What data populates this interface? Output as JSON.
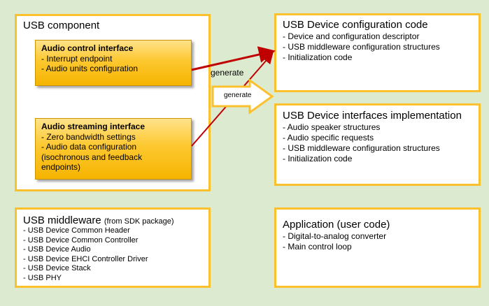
{
  "usb_component": {
    "title": "USB component",
    "audio_control": {
      "title": "Audio control interface",
      "items": [
        "- Interrupt endpoint",
        "- Audio units configuration"
      ]
    },
    "audio_streaming": {
      "title": "Audio streaming interface",
      "items": [
        "- Zero bandwidth settings",
        "- Audio data configuration",
        "(isochronous and feedback",
        "endpoints)"
      ]
    }
  },
  "config_code": {
    "title": "USB Device configuration code",
    "items": [
      "- Device and configuration descriptor",
      "- USB middleware configuration structures",
      "- Initialization code"
    ]
  },
  "interfaces_impl": {
    "title": "USB Device interfaces implementation",
    "items": [
      "- Audio speaker structures",
      "- Audio specific requests",
      "- USB middleware configuration structures",
      "- Initialization code"
    ]
  },
  "middleware": {
    "title": "USB middleware",
    "title_suffix": "(from SDK package)",
    "items": [
      "- USB Device Common Header",
      "- USB Device Common Controller",
      "- USB Device Audio",
      "- USB Device EHCI Controller Driver",
      "- USB Device Stack",
      "- USB PHY"
    ]
  },
  "application": {
    "title": "Application (user code)",
    "items": [
      "- Digital-to-analog converter",
      "- Main control loop"
    ]
  },
  "arrows": {
    "generate_label": "generate",
    "generate_arrow_label": "generate"
  },
  "colors": {
    "background": "#dcebd0",
    "box_border": "#fbc02d",
    "arrow_red": "#c00000",
    "inner_fill": "#fdc830"
  }
}
